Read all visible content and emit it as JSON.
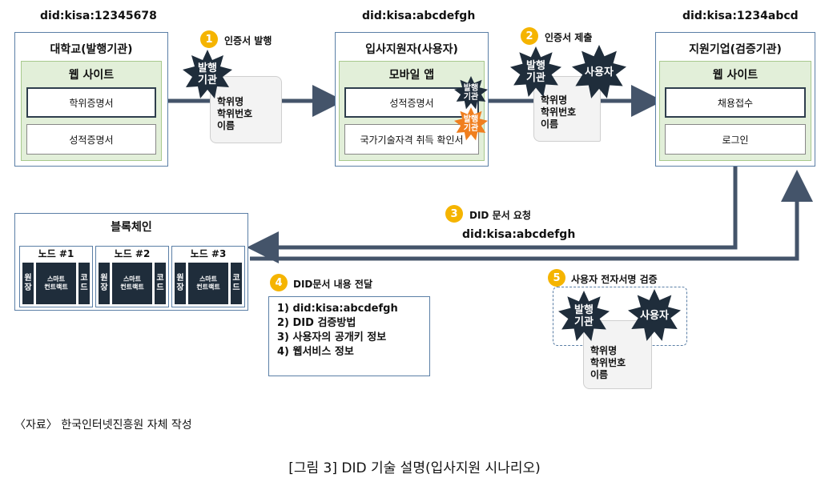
{
  "did_labels": {
    "university": "did:kisa:12345678",
    "applicant": "did:kisa:abcdefgh",
    "company": "did:kisa:1234abcd"
  },
  "university": {
    "title": "대학교(발행기관)",
    "section": "웹 사이트",
    "items": [
      "학위증명서",
      "성적증명서"
    ]
  },
  "applicant": {
    "title": "입사지원자(사용자)",
    "section": "모바일 앱",
    "items": [
      "성적증명서",
      "국가기술자격 취득 확인서"
    ]
  },
  "company": {
    "title": "지원기업(검증기관)",
    "section": "웹 사이트",
    "items": [
      "채용접수",
      "로그인"
    ]
  },
  "steps": {
    "s1": {
      "num": "1",
      "label": "인증서 발행"
    },
    "s2": {
      "num": "2",
      "label": "인증서 제출"
    },
    "s3": {
      "num": "3",
      "label": "DID 문서 요청"
    },
    "s4": {
      "num": "4",
      "label": "DID문서 내용 전달"
    },
    "s5": {
      "num": "5",
      "label": "사용자 전자서명 검증"
    }
  },
  "badges": {
    "issuer": "발행\n기관",
    "user": "사용자"
  },
  "certificate_lines": [
    "학위명",
    "학위번호",
    "이름"
  ],
  "request_did": "did:kisa:abcdefgh",
  "blockchain": {
    "title": "블록체인",
    "nodes": [
      {
        "title": "노드 #1",
        "cells": [
          "원장",
          "스마트\n컨트랙트",
          "코드"
        ]
      },
      {
        "title": "노드 #2",
        "cells": [
          "원장",
          "스마트\n컨트랙트",
          "코드"
        ]
      },
      {
        "title": "노드 #3",
        "cells": [
          "원장",
          "스마트\n컨트랙트",
          "코드"
        ]
      }
    ]
  },
  "did_doc_items": [
    "1) did:kisa:abcdefgh",
    "2) DID 검증방법",
    "3) 사용자의 공개키 정보",
    "4) 웹서비스 정보"
  ],
  "source": "〈자료〉 한국인터넷진흥원 자체 작성",
  "caption": "[그림 3] DID 기술 설명(입사지원 시나리오)",
  "colors": {
    "arrow": "#44546a",
    "star": "#1f2d3b",
    "star_orange": "#f07f1f",
    "step_circle": "#f5b400"
  }
}
